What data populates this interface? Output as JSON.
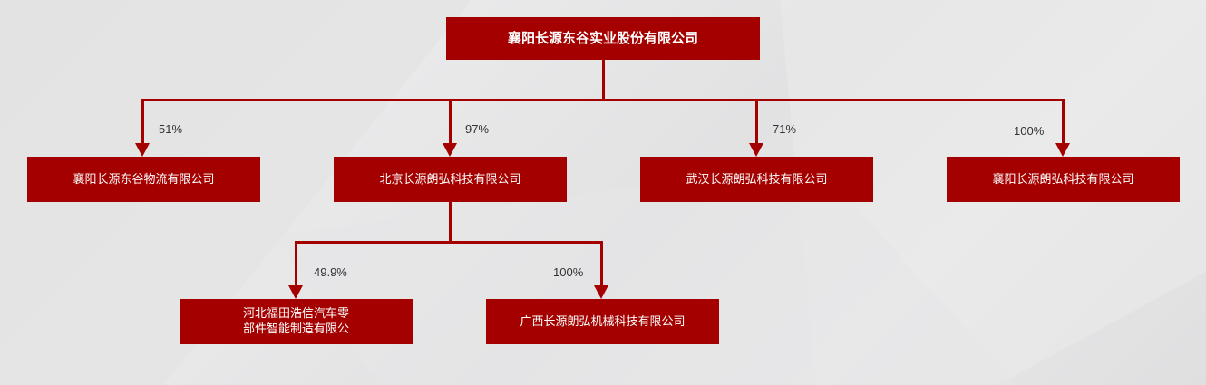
{
  "colors": {
    "node_fill": "#a50000",
    "connector": "#a50000",
    "node_text": "#ffffff",
    "label_text": "#333333",
    "background": "#e5e5e6"
  },
  "root": {
    "label": "襄阳长源东谷实业股份有限公司"
  },
  "level1": [
    {
      "label": "襄阳长源东谷物流有限公司",
      "share": "51%"
    },
    {
      "label": "北京长源朗弘科技有限公司",
      "share": "97%"
    },
    {
      "label": "武汉长源朗弘科技有限公司",
      "share": "71%"
    },
    {
      "label": "襄阳长源朗弘科技有限公司",
      "share": "100%"
    }
  ],
  "level2_parent": "北京长源朗弘科技有限公司",
  "level2": [
    {
      "label": "河北福田浩信汽车零\n部件智能制造有限公",
      "share": "49.9%"
    },
    {
      "label": "广西长源朗弘机械科技有限公司",
      "share": "100%"
    }
  ]
}
